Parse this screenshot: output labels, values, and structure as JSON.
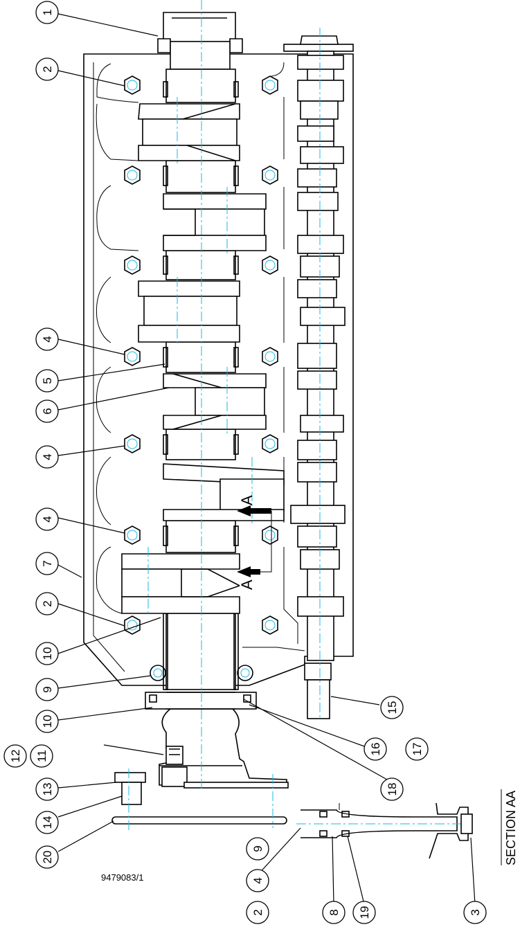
{
  "drawing": {
    "part_number": "9479083/1",
    "section_title": "SECTION   AA",
    "section_marker": "A"
  },
  "balloons": [
    {
      "id": "b1",
      "text": "1"
    },
    {
      "id": "b2a",
      "text": "2"
    },
    {
      "id": "b4a",
      "text": "4"
    },
    {
      "id": "b5",
      "text": "5"
    },
    {
      "id": "b6",
      "text": "6"
    },
    {
      "id": "b4b",
      "text": "4"
    },
    {
      "id": "b4c",
      "text": "4"
    },
    {
      "id": "b7",
      "text": "7"
    },
    {
      "id": "b2b",
      "text": "2"
    },
    {
      "id": "b10a",
      "text": "10"
    },
    {
      "id": "b9a",
      "text": "9"
    },
    {
      "id": "b10b",
      "text": "10"
    },
    {
      "id": "b12",
      "text": "12"
    },
    {
      "id": "b11",
      "text": "11"
    },
    {
      "id": "b13",
      "text": "13"
    },
    {
      "id": "b14",
      "text": "14"
    },
    {
      "id": "b20",
      "text": "20"
    },
    {
      "id": "b15",
      "text": "15"
    },
    {
      "id": "b16",
      "text": "16"
    },
    {
      "id": "b17",
      "text": "17"
    },
    {
      "id": "b18",
      "text": "18"
    },
    {
      "id": "b9b",
      "text": "9"
    },
    {
      "id": "b4d",
      "text": "4"
    },
    {
      "id": "b2c",
      "text": "2"
    },
    {
      "id": "b8",
      "text": "8"
    },
    {
      "id": "b19",
      "text": "19"
    },
    {
      "id": "b3",
      "text": "3"
    }
  ]
}
